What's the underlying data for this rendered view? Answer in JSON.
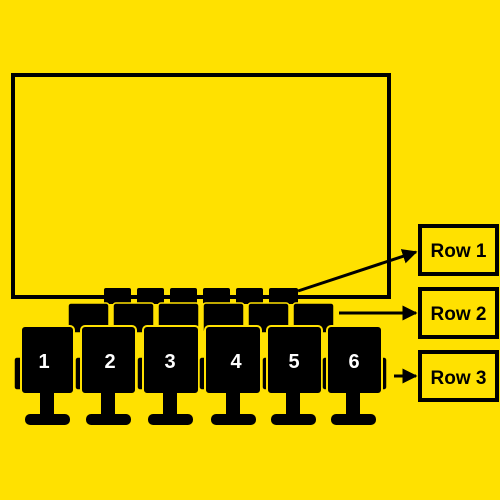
{
  "background_color": "#FFE100",
  "ink_color": "#000000",
  "screen": {
    "icon": "cinema-screen"
  },
  "rows": [
    {
      "label": "Row 1",
      "icon": "arrow-right-icon"
    },
    {
      "label": "Row 2",
      "icon": "arrow-right-icon"
    },
    {
      "label": "Row 3",
      "icon": "arrow-right-icon"
    }
  ],
  "front_seats": [
    "1",
    "2",
    "3",
    "4",
    "5",
    "6"
  ]
}
